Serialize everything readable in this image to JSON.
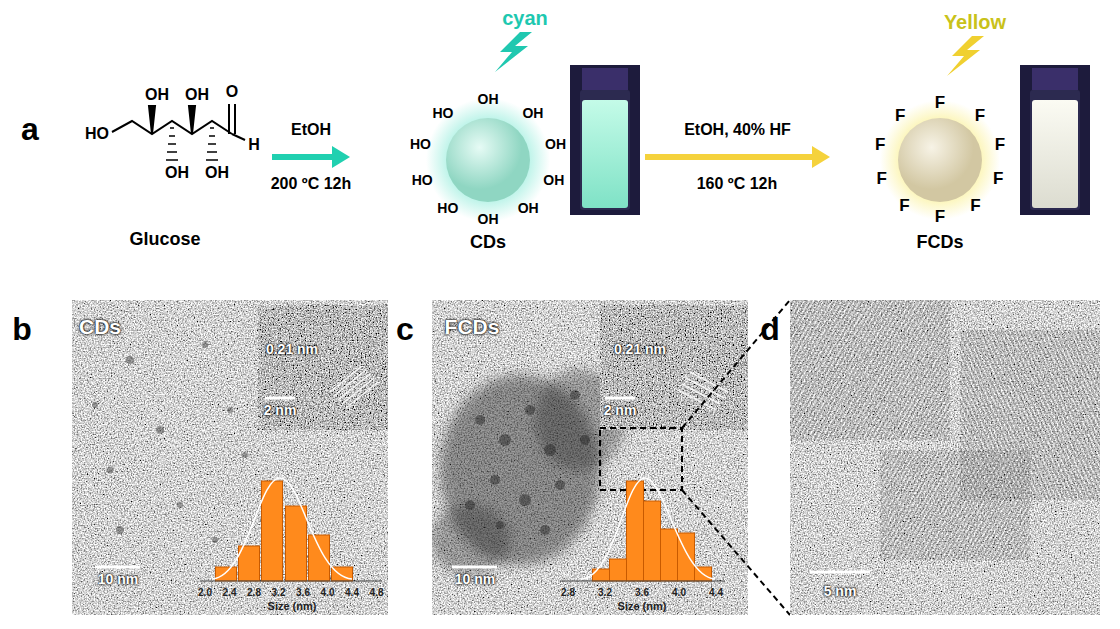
{
  "diagram": {
    "nodes": [
      {
        "text": [
          "Glucose"
        ]
      },
      {
        "text": [
          "CDs"
        ]
      },
      {
        "text": [
          "FCDs"
        ]
      }
    ],
    "edges": [
      {
        "from": 0,
        "to": 1,
        "arrow": "to",
        "label": "EtOH"
      },
      {
        "from": 1,
        "to": 2,
        "arrow": "to",
        "label": "EtOH, 40% HF"
      }
    ],
    "labels": [
      "a",
      "HO",
      "OH",
      "OH",
      "O",
      "H",
      "OH",
      "OH",
      "200 ºC 12h",
      "160 ºC 12h",
      "cyan",
      "Yellow",
      "HO",
      "OH",
      "OH",
      "HO",
      "OH",
      "HO",
      "OH",
      "HO",
      "OH",
      "OH",
      "F",
      "F",
      "F",
      "F",
      "F",
      "F",
      "F",
      "F",
      "F",
      "F",
      "b",
      "CDs",
      "0.21 nm",
      "2 nm",
      "10 nm",
      "2.0",
      "2.4",
      "2.8",
      "3.2",
      "3.6",
      "4.0",
      "4.4",
      "4.8",
      "Size (nm)",
      "c",
      "FCDs",
      "0.21 nm",
      "2 nm",
      "10 nm",
      "2.8",
      "3.2",
      "3.6",
      "4.0",
      "4.4",
      "Size (nm)",
      "d",
      "5 nm"
    ]
  }
}
